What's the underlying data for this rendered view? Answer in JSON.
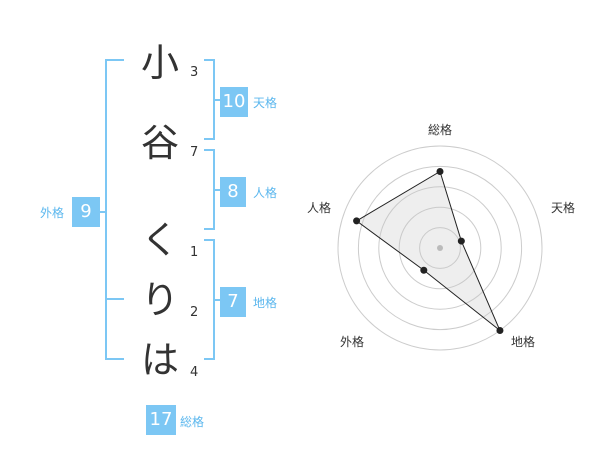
{
  "name": {
    "chars": [
      {
        "char": "小",
        "strokes": "3"
      },
      {
        "char": "谷",
        "strokes": "7"
      },
      {
        "char": "く",
        "strokes": "1"
      },
      {
        "char": "り",
        "strokes": "2"
      },
      {
        "char": "は",
        "strokes": "4"
      }
    ]
  },
  "kaku": {
    "tenkaku": {
      "value": "10",
      "label": "天格"
    },
    "jinkaku": {
      "value": "8",
      "label": "人格"
    },
    "chikaku": {
      "value": "7",
      "label": "地格"
    },
    "gaikaku": {
      "value": "9",
      "label": "外格"
    },
    "soukaku": {
      "value": "17",
      "label": "総格"
    }
  },
  "colors": {
    "accent": "#7cc7f4",
    "label": "#5bb7ee",
    "bracket": "#7cc7f4",
    "text": "#333333",
    "grid": "#cccccc"
  },
  "chart_data": {
    "type": "radar",
    "axes": [
      "総格",
      "天格",
      "地格",
      "外格",
      "人格"
    ],
    "values": [
      0.75,
      0.22,
      1.0,
      0.27,
      0.86
    ],
    "range": [
      0,
      1
    ],
    "rings": 5
  }
}
